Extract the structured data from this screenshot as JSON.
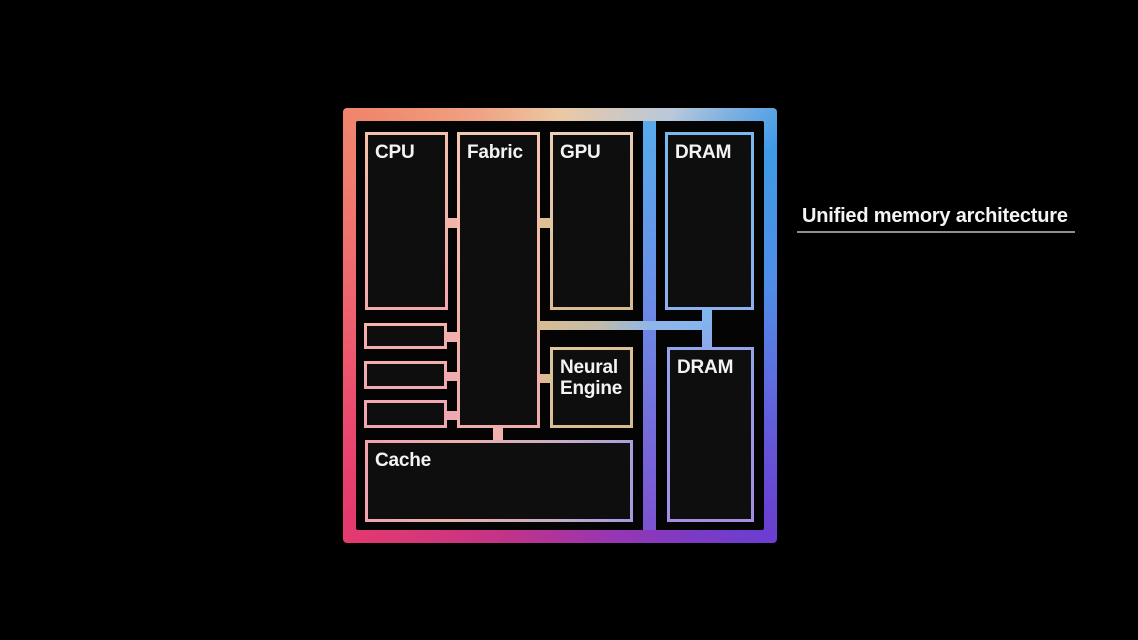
{
  "diagram": {
    "caption": "Unified memory architecture",
    "blocks": [
      {
        "id": "cpu",
        "label": "CPU"
      },
      {
        "id": "fabric",
        "label": "Fabric"
      },
      {
        "id": "gpu",
        "label": "GPU"
      },
      {
        "id": "dram-top",
        "label": "DRAM"
      },
      {
        "id": "neural-engine",
        "label": "Neural Engine"
      },
      {
        "id": "dram-bottom",
        "label": "DRAM"
      },
      {
        "id": "cache",
        "label": "Cache"
      },
      {
        "id": "small-block-1",
        "label": ""
      },
      {
        "id": "small-block-2",
        "label": ""
      },
      {
        "id": "small-block-3",
        "label": ""
      }
    ],
    "colors": {
      "background": "#000000",
      "block_fill": "#0e0e0e",
      "label_text": "#f3f3f3",
      "underline": "#8e8e92",
      "package_gradient_top_left": "#f0886d",
      "package_gradient_top_mid": "#ecc8a4",
      "package_gradient_top_right": "#3f99e8",
      "package_gradient_bottom_right": "#6a3ed0",
      "package_gradient_bottom_left": "#e63a6e"
    }
  }
}
